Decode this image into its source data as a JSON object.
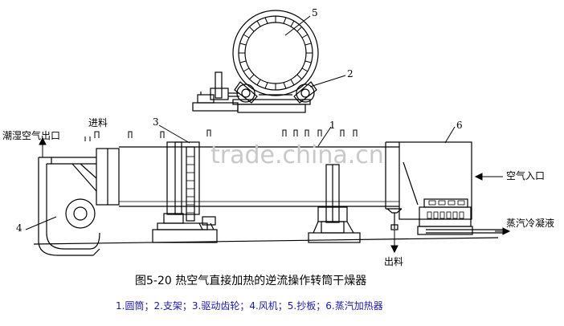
{
  "labels": {
    "exhaust": "潮湿空气出口",
    "feed": "进料",
    "air_in": "空气入口",
    "condensate": "蒸汽冷凝液",
    "discharge": "出料"
  },
  "callouts": {
    "n1": "1",
    "n2": "2",
    "n3": "3",
    "n4": "4",
    "n5": "5",
    "n6": "6"
  },
  "watermark": "trade.china.cn",
  "caption": "图5-20 热空气直接加热的逆流操作转筒干燥器",
  "legend": "1.圆筒；2.支架；3.驱动齿轮；4.风机；5.抄板；6.蒸汽加热器",
  "colors": {
    "line": "#000000",
    "watermark": "#c9c9c9",
    "background": "#ffffff"
  }
}
